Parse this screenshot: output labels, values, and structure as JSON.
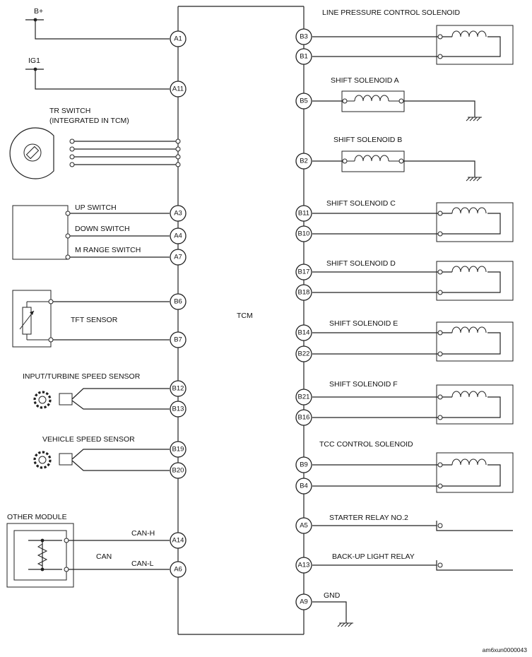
{
  "tcm_label": "TCM",
  "supply": {
    "bplus": "B+",
    "ig1": "IG1"
  },
  "left_pins": {
    "a1": "A1",
    "a11": "A11",
    "a3": "A3",
    "a4": "A4",
    "a7": "A7",
    "b6": "B6",
    "b7": "B7",
    "b12": "B12",
    "b13": "B13",
    "b19": "B19",
    "b20": "B20",
    "a14": "A14",
    "a6": "A6"
  },
  "right_pins": {
    "b3": "B3",
    "b1": "B1",
    "b5": "B5",
    "b2": "B2",
    "b11": "B11",
    "b10": "B10",
    "b17": "B17",
    "b18": "B18",
    "b14": "B14",
    "b22": "B22",
    "b21": "B21",
    "b16": "B16",
    "b9": "B9",
    "b4": "B4",
    "a5": "A5",
    "a13": "A13",
    "a9": "A9"
  },
  "left_labels": {
    "tr_switch_1": "TR SWITCH",
    "tr_switch_2": "(INTEGRATED IN TCM)",
    "up_switch": "UP SWITCH",
    "down_switch": "DOWN SWITCH",
    "m_range_switch": "M RANGE SWITCH",
    "tft_sensor": "TFT SENSOR",
    "input_turbine": "INPUT/TURBINE SPEED SENSOR",
    "vehicle_speed": "VEHICLE SPEED SENSOR",
    "other_module": "OTHER MODULE",
    "can_h": "CAN-H",
    "can": "CAN",
    "can_l": "CAN-L"
  },
  "right_labels": {
    "line_pressure": "LINE PRESSURE CONTROL SOLENOID",
    "shift_a": "SHIFT SOLENOID A",
    "shift_b": "SHIFT SOLENOID B",
    "shift_c": "SHIFT SOLENOID C",
    "shift_d": "SHIFT SOLENOID D",
    "shift_e": "SHIFT SOLENOID E",
    "shift_f": "SHIFT SOLENOID F",
    "tcc": "TCC CONTROL SOLENOID",
    "starter_relay": "STARTER RELAY NO.2",
    "backup_relay": "BACK-UP LIGHT RELAY",
    "gnd": "GND"
  },
  "footer_code": "am6xun0000043"
}
